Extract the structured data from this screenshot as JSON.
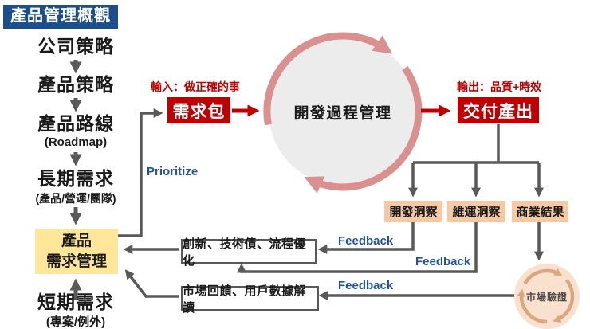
{
  "title": "產品管理概觀",
  "strategy_flow": {
    "company": "公司策略",
    "product": "產品策略",
    "roadmap": "產品路線",
    "roadmap_sub": "(Roadmap)",
    "longterm": "長期需求",
    "longterm_sub": "(產品/營運/團隊)"
  },
  "prm_box": {
    "line1": "產品",
    "line2": "需求管理"
  },
  "short_term": {
    "label": "短期需求",
    "sub": "(專案/例外)"
  },
  "pipeline": {
    "input_label": "輸入：做正確的事",
    "requirements_package": "需求包",
    "process": "開發過程管理",
    "output_label": "輸出：品質+時效",
    "delivery": "交付產出",
    "prioritize": "Prioritize"
  },
  "insights": {
    "boxes": [
      "開發洞察",
      "維運洞察",
      "商業結果"
    ],
    "market_validation": "市場驗證"
  },
  "feedback": {
    "labels": [
      "Feedback",
      "Feedback",
      "Feedback"
    ],
    "innovation": "創新、技術債、流程優化",
    "market": "市場回饋、用戶數據解讀"
  },
  "colors": {
    "banner_blue": "#1C4E8C",
    "box_red": "#C00000",
    "prm_yellow": "#FFE699",
    "insight_tan": "#F5C9A5",
    "cycle_gray": "#ECECEC",
    "cycle_rose": "#D9908E",
    "validation_peach": "#FAE0CE",
    "validation_arc": "#D8A87E",
    "feedback_blue": "#2553A1",
    "arrow_gray": "#595959"
  }
}
